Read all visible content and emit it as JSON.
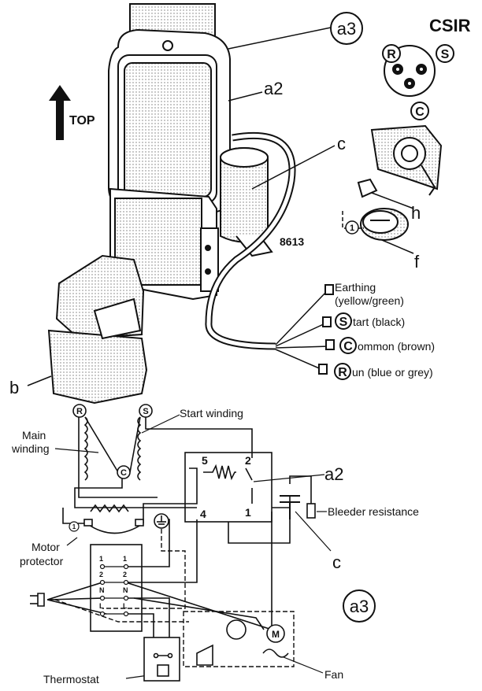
{
  "header": {
    "model": "CSIR",
    "direction": "TOP"
  },
  "callouts": {
    "a3": "a3",
    "a2": "a2",
    "c": "c",
    "b": "b",
    "h": "h",
    "f": "f",
    "ref": "8613"
  },
  "terminals": {
    "R": "R",
    "S": "S",
    "C": "C",
    "one": "1"
  },
  "wiring": {
    "earth": "Earthing",
    "earth_color": "(yellow/green)",
    "start_letter": "S",
    "start_rest": "tart (black)",
    "common_letter": "C",
    "common_rest": "ommon (brown)",
    "run_letter": "R",
    "run_rest": "un (blue or grey)"
  },
  "schematic": {
    "main_winding_1": "Main",
    "main_winding_2": "winding",
    "start_winding": "Start winding",
    "motor_protector_1": "Motor",
    "motor_protector_2": "protector",
    "bleeder": "Bleeder resistance",
    "relay": "a2",
    "capacitor": "c",
    "box": "a3",
    "thermostat": "Thermostat",
    "fan": "Fan",
    "relay_pins": [
      "5",
      "2",
      "4",
      "1"
    ],
    "switch_rows": [
      "1",
      "2",
      "N",
      "L"
    ]
  }
}
